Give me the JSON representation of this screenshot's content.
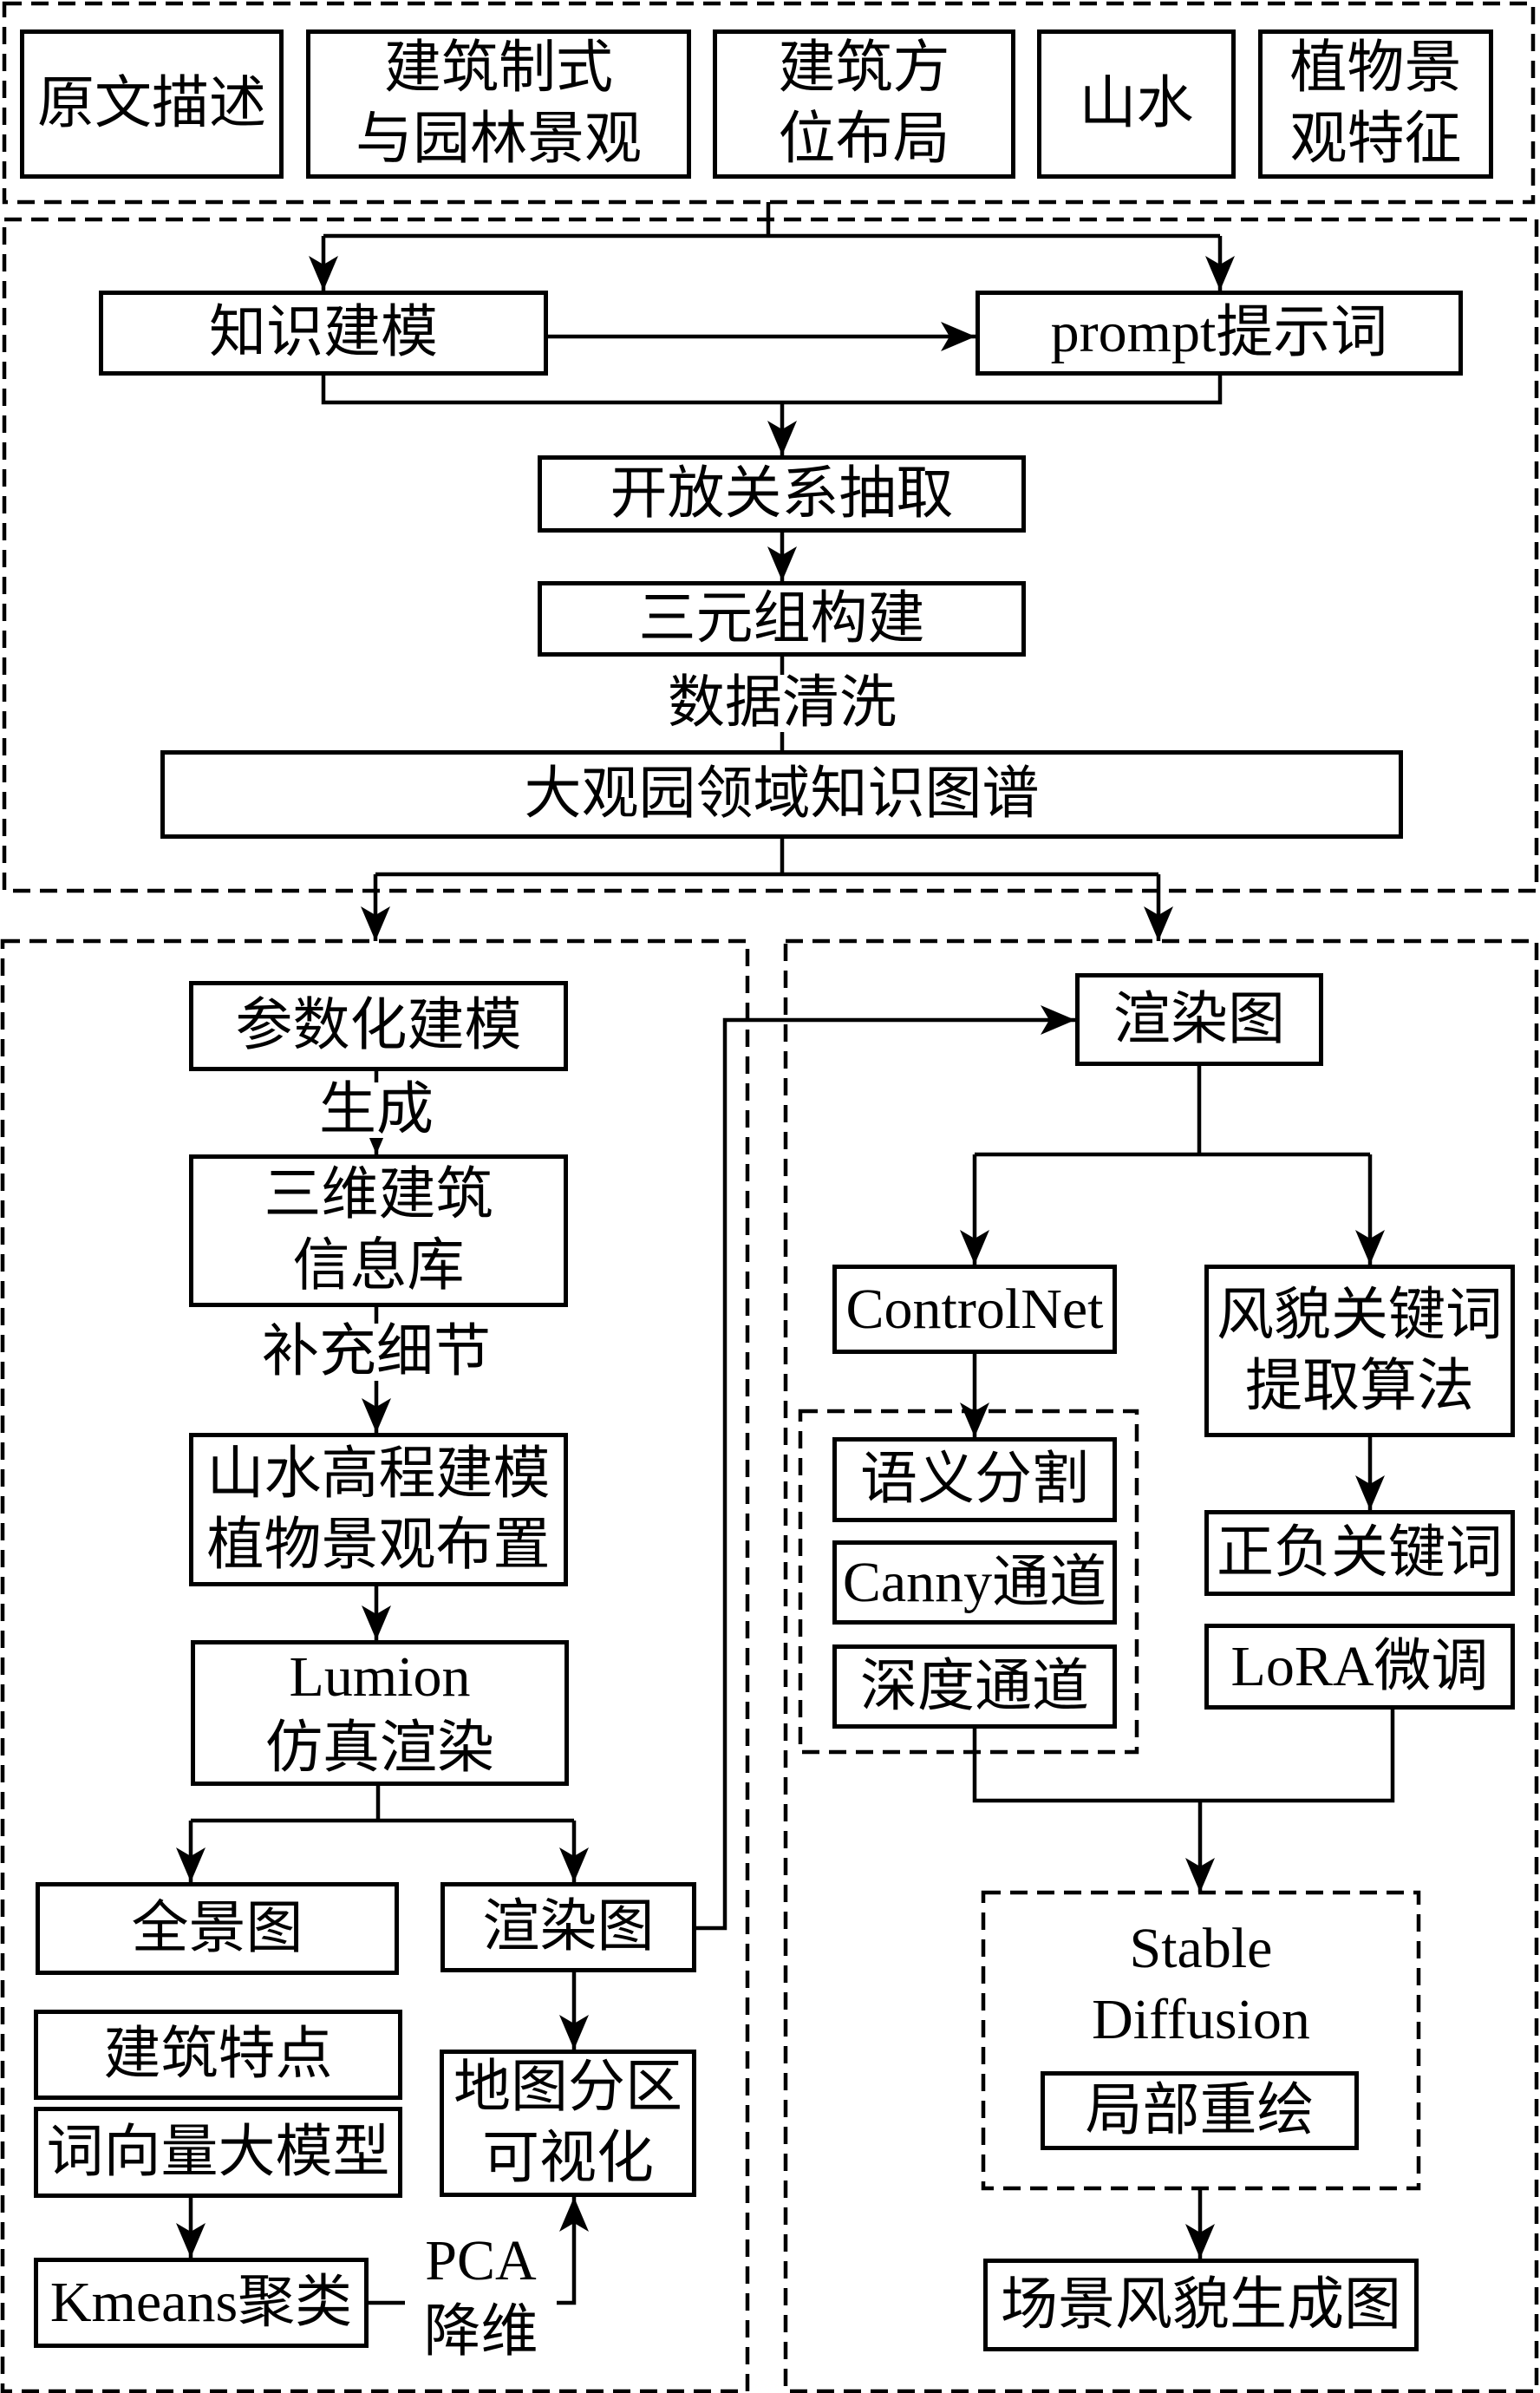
{
  "source_panel": {
    "items": [
      {
        "text": "原文描述"
      },
      {
        "text": "建筑制式\n与园林景观"
      },
      {
        "text": "建筑方\n位布局"
      },
      {
        "text": "山水"
      },
      {
        "text": "植物景\n观特征"
      }
    ]
  },
  "knowledge_panel": {
    "knowledge_modeling": "知识建模",
    "prompt_words": "prompt提示词",
    "open_relation_extraction": "开放关系抽取",
    "triple_construction": "三元组构建",
    "data_cleaning_label": "数据清洗",
    "knowledge_graph": "大观园领域知识图谱"
  },
  "modeling_panel": {
    "parametric_modeling": "参数化建模",
    "generate_label": "生成",
    "building_database": "三维建筑\n信息库",
    "add_details_label": "补充细节",
    "terrain_planting": "山水高程建模\n植物景观布置",
    "lumion_render": "Lumion\n仿真渲染",
    "panorama": "全景图",
    "rendering": "渲染图",
    "building_features": "建筑特点",
    "word_vector_model": "词向量大模型",
    "map_zoning": "地图分区\n可视化",
    "kmeans": "Kmeans聚类",
    "pca_label": "PCA\n降维"
  },
  "generation_panel": {
    "rendering": "渲染图",
    "controlnet": "ControlNet",
    "style_keyword_algorithm": "风貌关键词\n提取算法",
    "semantic_segmentation": "语义分割",
    "canny_channel": "Canny通道",
    "depth_channel": "深度通道",
    "pos_neg_keywords": "正负关键词",
    "lora_finetune": "LoRA微调",
    "stable_diffusion": "Stable\nDiffusion",
    "inpainting": "局部重绘",
    "scene_output": "场景风貌生成图"
  }
}
